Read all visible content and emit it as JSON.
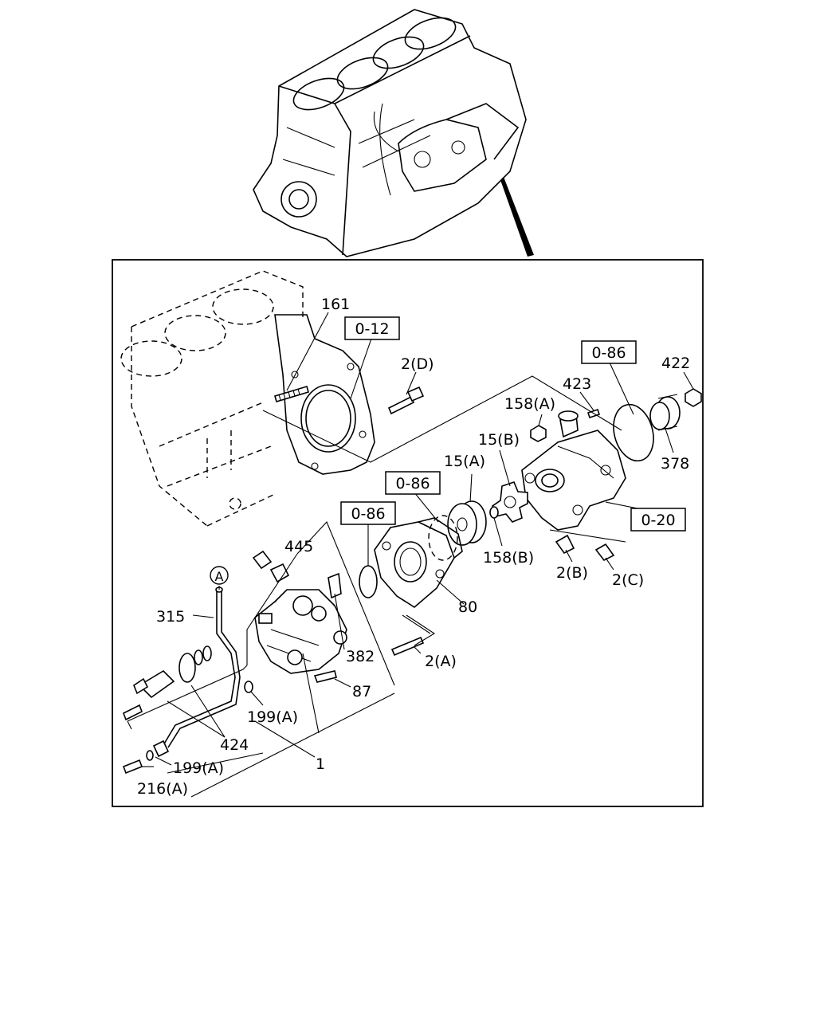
{
  "refs": {
    "r012": "0-12",
    "r086_top": "0-86",
    "r086_mid": "0-86",
    "r086_left": "0-86",
    "r020": "0-20"
  },
  "callout_a": "A",
  "labels": {
    "l161": "161",
    "l2d": "2(D)",
    "l423": "423",
    "l422": "422",
    "l158a": "158(A)",
    "l15b": "15(B)",
    "l15a": "15(A)",
    "l378": "378",
    "l158b": "158(B)",
    "l2b": "2(B)",
    "l2c": "2(C)",
    "l445": "445",
    "l80": "80",
    "l315": "315",
    "l382": "382",
    "l2a": "2(A)",
    "l87": "87",
    "l199a_1": "199(A)",
    "l424": "424",
    "l1": "1",
    "l199a_2": "199(A)",
    "l216a": "216(A)"
  }
}
